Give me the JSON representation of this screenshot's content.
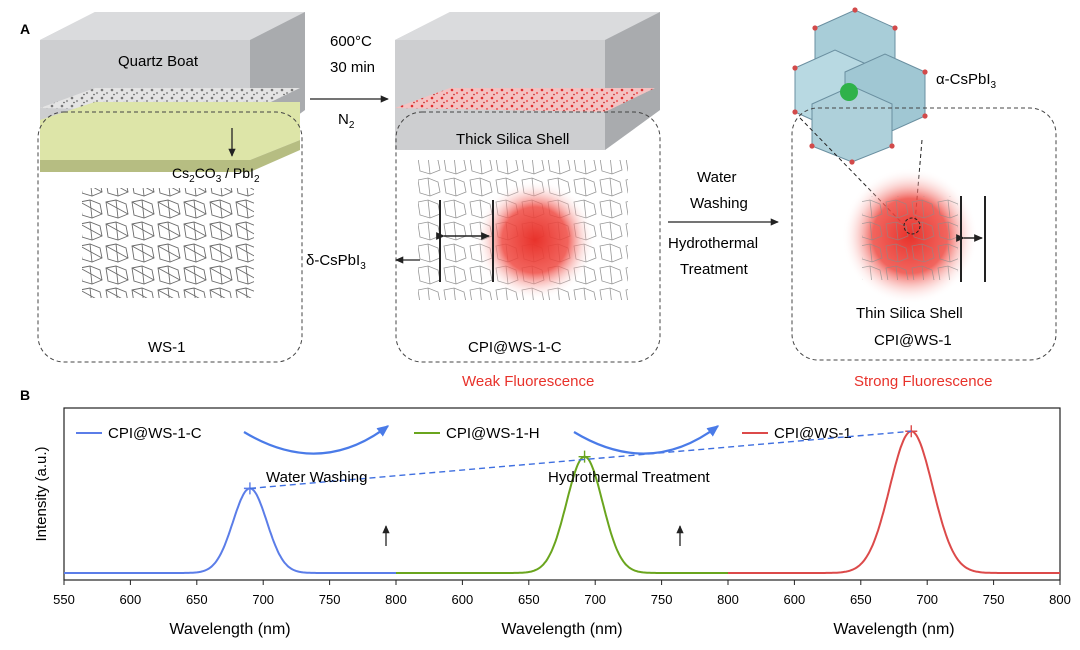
{
  "panel_a": {
    "label": "A",
    "quartz_boat": "Quartz Boat",
    "cond_temp": "600°C",
    "cond_time": "30 min",
    "cond_gas_base": "N",
    "cond_gas_sub": "2",
    "precursor": {
      "cs2_a": "Cs",
      "cs2_b": "2",
      "cs2_c": "CO",
      "cs2_d": "3",
      "pb_a": " / PbI",
      "pb_b": "2"
    },
    "ws1_label": "WS-1",
    "thick_shell": "Thick Silica Shell",
    "delta_phase": "δ-CsPbI",
    "delta_sub": "3",
    "cpi_c_label": "CPI@WS-1-C",
    "weak_fluo": "Weak Fluorescence",
    "process": [
      "Water",
      "Washing",
      "Hydrothermal",
      "Treatment"
    ],
    "alpha_phase": "α-CsPbI",
    "alpha_sub": "3",
    "thin_shell": "Thin Silica Shell",
    "cpi_label": "CPI@WS-1",
    "strong_fluo": "Strong Fluorescence",
    "colors": {
      "fluorescence_red": "#e8322b",
      "glass": "#b9bbbe",
      "silica_green": "#dde5a8",
      "octahedron": "#a8cdd8"
    }
  },
  "panel_b": {
    "label": "B",
    "step1": "Water Washing",
    "step2": "Hydrothermal Treatment"
  },
  "chart_data": {
    "type": "line",
    "ylabel": "Intensity (a.u.)",
    "xlabel": "Wavelength (nm)",
    "xlim": [
      550,
      800
    ],
    "xticks": [
      550,
      600,
      650,
      700,
      750,
      800
    ],
    "grid": false,
    "legend_placement": "top, inline",
    "series": [
      {
        "name": "CPI@WS-1-C",
        "color": "#5b7de8",
        "peak_nm": 690,
        "peak_intensity": 0.4,
        "fwhm_nm": 30,
        "xticks": [
          550,
          600,
          650,
          700,
          750,
          800
        ]
      },
      {
        "name": "CPI@WS-1-H",
        "color": "#6aa51e",
        "peak_nm": 692,
        "peak_intensity": 0.55,
        "fwhm_nm": 32,
        "xticks": [
          600,
          650,
          700,
          750,
          800
        ]
      },
      {
        "name": "CPI@WS-1",
        "color": "#dc4a4a",
        "peak_nm": 688,
        "peak_intensity": 0.67,
        "fwhm_nm": 38,
        "xticks": [
          600,
          650,
          700,
          750,
          800
        ]
      }
    ],
    "trend_line_color": "#3f6fe0"
  }
}
